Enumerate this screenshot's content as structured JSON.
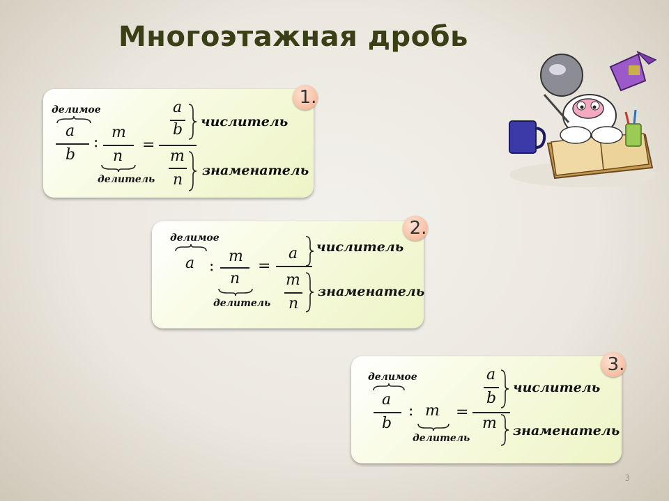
{
  "slide": {
    "title": "Многоэтажная дробь",
    "page_number": "3"
  },
  "cards": [
    {
      "badge": "1.",
      "dividend_label": "делимое",
      "divisor_label": "делитель",
      "numerator_label": "числитель",
      "denominator_label": "знаменатель",
      "colon": ":",
      "equals": "=",
      "vars": {
        "a": "a",
        "b": "b",
        "m": "m",
        "n": "n"
      }
    },
    {
      "badge": "2.",
      "dividend_label": "делимое",
      "divisor_label": "делитель",
      "numerator_label": "числитель",
      "denominator_label": "знаменатель",
      "colon": ":",
      "equals": "=",
      "vars": {
        "a": "a",
        "m": "m",
        "n": "n"
      }
    },
    {
      "badge": "3.",
      "dividend_label": "делимое",
      "divisor_label": "делитель",
      "numerator_label": "числитель",
      "denominator_label": "знаменатель",
      "colon": ":",
      "equals": "=",
      "vars": {
        "a": "a",
        "b": "b",
        "m": "m"
      }
    }
  ]
}
